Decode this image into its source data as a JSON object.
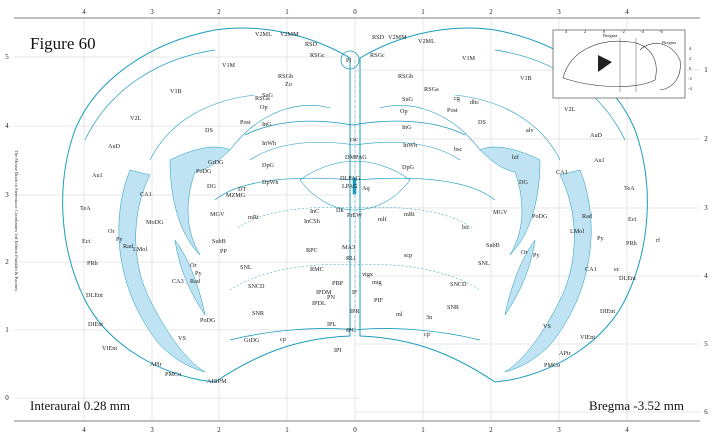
{
  "figure": {
    "title": "Figure 60",
    "interaural": "Interaural 0.28 mm",
    "bregma": "Bregma -3.52 mm",
    "credit": "The Mouse Brain in Stereotaxic Coordinates 3rd Edition  Franklin & Paxinos"
  },
  "axes": {
    "top_ticks": [
      "4",
      "3",
      "2",
      "1",
      "0",
      "1",
      "2",
      "3",
      "4"
    ],
    "bottom_ticks": [
      "4",
      "3",
      "2",
      "1",
      "0",
      "1",
      "2",
      "3",
      "4"
    ],
    "left_ticks": [
      "5",
      "4",
      "3",
      "2",
      "1",
      "0"
    ],
    "right_ticks": [
      "1",
      "2",
      "3",
      "4",
      "5",
      "6"
    ]
  },
  "inset": {
    "label_top": "Bregma",
    "label_right": "Bregma",
    "top_ticks": [
      "4",
      "2",
      "0",
      "-2",
      "-4",
      "-6"
    ],
    "right_ticks": [
      "4",
      "2",
      "0",
      "-2",
      "-4"
    ]
  },
  "labels_left": [
    "V2ML",
    "V2MM",
    "RSD",
    "RSGc",
    "V1M",
    "RSGb",
    "V1B",
    "RSGa",
    "Zo",
    "SuG",
    "Op",
    "InG",
    "Post",
    "V2L",
    "DS",
    "InWh",
    "AuD",
    "DpG",
    "GrDG",
    "PoDG",
    "DpWh",
    "Au1",
    "CA1",
    "DG",
    "DT",
    "MZMG",
    "TeA",
    "MGV",
    "Or",
    "Py",
    "Rad",
    "MoDG",
    "LMol",
    "Ect",
    "SubB",
    "PP",
    "Or",
    "Py",
    "Rad",
    "CA3",
    "PRh",
    "SNL",
    "SNCD",
    "DLEnt",
    "SNR",
    "PoDG",
    "DIEnt",
    "GrDG",
    "VS",
    "VIEnt",
    "APir",
    "PMCo",
    "AHiPM"
  ],
  "labels_center": [
    "Pi",
    "csc",
    "DMPAG",
    "DLPAG",
    "LPAG",
    "Aq",
    "Dk",
    "PrEW",
    "mlf",
    "InC",
    "InCSh",
    "mRt",
    "mRt",
    "MA3",
    "RPC",
    "RLi",
    "scp",
    "RMC",
    "vtgx",
    "mtg",
    "PBP",
    "IF",
    "IPDM",
    "PN",
    "IPDL",
    "IPR",
    "PIF",
    "ml",
    "3n",
    "IPL",
    "IPC",
    "cp",
    "cp",
    "IPI"
  ],
  "labels_right": [
    "RSD",
    "V2MM",
    "V2ML",
    "RSGc",
    "V1M",
    "RSGb",
    "V1B",
    "RSGa",
    "cg",
    "dhc",
    "SuG",
    "Op",
    "Post",
    "V2L",
    "InG",
    "DS",
    "alv",
    "InWh",
    "bsc",
    "AuD",
    "DpG",
    "hif",
    "Au1",
    "DG",
    "CA1",
    "TeA",
    "MGV",
    "PoDG",
    "Rad",
    "Ect",
    "bic",
    "LMol",
    "Py",
    "rf",
    "SubB",
    "Or",
    "Py",
    "PRh",
    "SNL",
    "CA1",
    "ec",
    "DLEnt",
    "SNCD",
    "SNR",
    "DIEnt",
    "VS",
    "VIEnt",
    "APir",
    "PMCo"
  ]
}
